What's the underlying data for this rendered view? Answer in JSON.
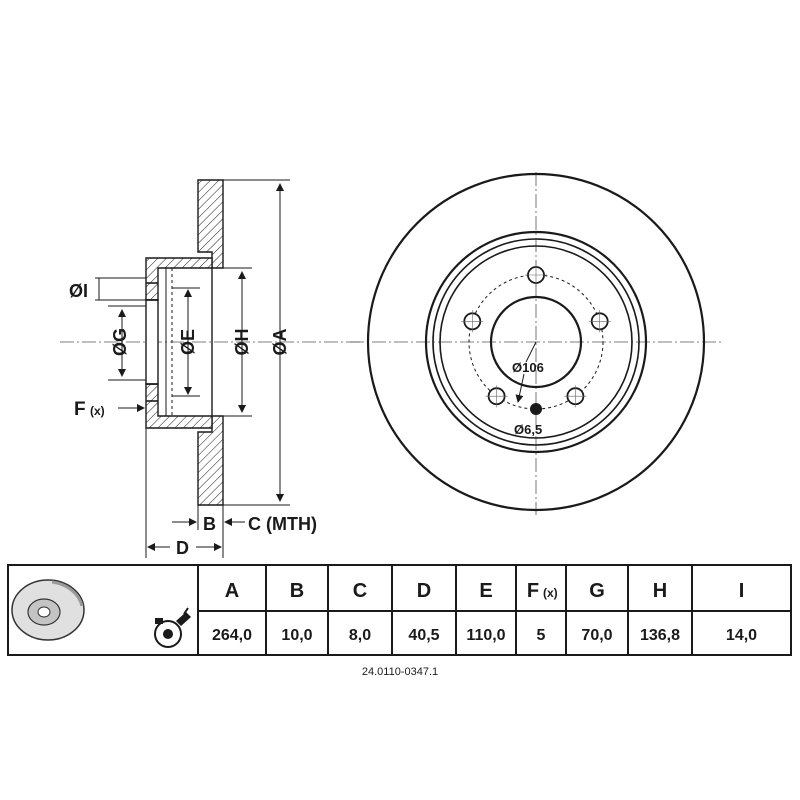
{
  "part_number": "24.0110-0347.1",
  "section_labels": {
    "dia_i": "ØI",
    "dia_g": "ØG",
    "dia_e": "ØE",
    "dia_h": "ØH",
    "dia_a": "ØA",
    "f_label": "F",
    "f_sub": "(x)",
    "b_label": "B",
    "c_label": "C (MTH)",
    "d_label": "D"
  },
  "front_labels": {
    "pcd": "Ø106",
    "hole": "Ø6,5"
  },
  "table": {
    "headers": [
      {
        "main": "A",
        "sub": ""
      },
      {
        "main": "B",
        "sub": ""
      },
      {
        "main": "C",
        "sub": ""
      },
      {
        "main": "D",
        "sub": ""
      },
      {
        "main": "E",
        "sub": ""
      },
      {
        "main": "F",
        "sub": "(x)"
      },
      {
        "main": "G",
        "sub": ""
      },
      {
        "main": "H",
        "sub": ""
      },
      {
        "main": "I",
        "sub": ""
      }
    ],
    "values": [
      "264,0",
      "10,0",
      "8,0",
      "40,5",
      "110,0",
      "5",
      "70,0",
      "136,8",
      "14,0"
    ]
  },
  "front_view": {
    "bolt_count": 5
  }
}
